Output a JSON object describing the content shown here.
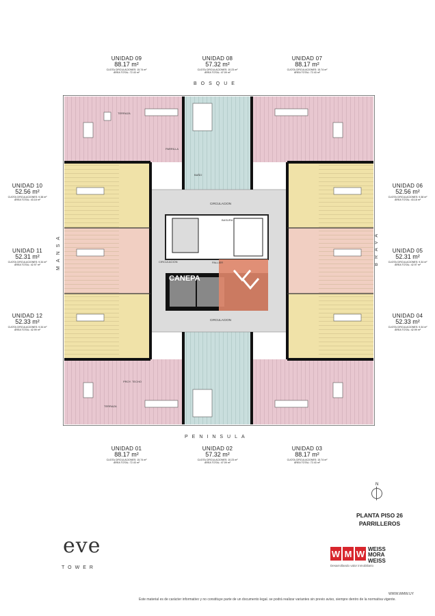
{
  "units_top": [
    {
      "name": "UNIDAD 09",
      "area": "88.17 m²",
      "l1": "CUOTA CIRCULACIONES: 15.74 m²",
      "l2": "ÁREA TOTAL: 72.43 m²"
    },
    {
      "name": "UNIDAD 08",
      "area": "57.32 m²",
      "l1": "CUOTA CIRCULACIONES: 10.23 m²",
      "l2": "ÁREA TOTAL: 47.09 m²"
    },
    {
      "name": "UNIDAD 07",
      "area": "88.17 m²",
      "l1": "CUOTA CIRCULACIONES: 15.74 m²",
      "l2": "ÁREA TOTAL: 72.43 m²"
    }
  ],
  "units_left": [
    {
      "name": "UNIDAD 10",
      "area": "52.56 m²",
      "l1": "CUOTA CIRCULACIONES: 9.38 m²",
      "l2": "ÁREA TOTAL: 43.18 m²"
    },
    {
      "name": "UNIDAD 11",
      "area": "52.31 m²",
      "l1": "CUOTA CIRCULACIONES: 9.34 m²",
      "l2": "ÁREA TOTAL: 42.97 m²"
    },
    {
      "name": "UNIDAD 12",
      "area": "52.33 m²",
      "l1": "CUOTA CIRCULACIONES: 9.34 m²",
      "l2": "ÁREA TOTAL: 42.99 m²"
    }
  ],
  "units_right": [
    {
      "name": "UNIDAD 06",
      "area": "52.56 m²",
      "l1": "CUOTA CIRCULACIONES: 9.38 m²",
      "l2": "ÁREA TOTAL: 43.18 m²"
    },
    {
      "name": "UNIDAD 05",
      "area": "52.31 m²",
      "l1": "CUOTA CIRCULACIONES: 9.34 m²",
      "l2": "ÁREA TOTAL: 42.97 m²"
    },
    {
      "name": "UNIDAD 04",
      "area": "52.33 m²",
      "l1": "CUOTA CIRCULACIONES: 9.34 m²",
      "l2": "ÁREA TOTAL: 42.99 m²"
    }
  ],
  "units_bottom": [
    {
      "name": "UNIDAD 01",
      "area": "88.17 m²",
      "l1": "CUOTA CIRCULACIONES: 15.74 m²",
      "l2": "ÁREA TOTAL: 72.43 m²"
    },
    {
      "name": "UNIDAD 02",
      "area": "57.32 m²",
      "l1": "CUOTA CIRCULACIONES: 10.23 m²",
      "l2": "ÁREA TOTAL: 47.09 m²"
    },
    {
      "name": "UNIDAD 03",
      "area": "88.17 m²",
      "l1": "CUOTA CIRCULACIONES: 15.74 m²",
      "l2": "ÁREA TOTAL: 72.43 m²"
    }
  ],
  "streets": {
    "top": "BOSQUE",
    "bottom": "PENINSULA",
    "left": "MANSA",
    "right": "BRAVA"
  },
  "plan_labels": {
    "circulacion": "CIRCULACION",
    "palier": "PALLIER",
    "basura": "BASURA",
    "terraza": "TERRAZA",
    "parrilla": "PARRILLA",
    "baño": "BAÑO",
    "proy_techo": "PROY. TECHO",
    "watermark": "CANEPA"
  },
  "compass": {
    "letter": "N"
  },
  "plan_title": {
    "line1": "PLANTA PISO 26",
    "line2": "PARRILLEROS"
  },
  "brand": {
    "eve": "eve",
    "tower": "TOWER"
  },
  "developer": {
    "boxes": [
      "W",
      "M",
      "W"
    ],
    "l1": "WEISS",
    "l2": "MORA",
    "l3": "WEISS",
    "tagline": "Desarrollando valor inmobiliario"
  },
  "footer": {
    "url": "WWW.WMW.UY",
    "disclaimer": "Este material es de carácter informativo y no constituye parte de un documento legal. se podrá realizar variantes sin previo aviso, siempre dentro de la normativa vigente."
  },
  "colors": {
    "pink": "#e8c7d0",
    "yellow": "#f0e2a8",
    "salmon": "#f1cfc2",
    "teal": "#c9dedd",
    "core": "#dcdcdc",
    "accent": "#d8262d"
  }
}
